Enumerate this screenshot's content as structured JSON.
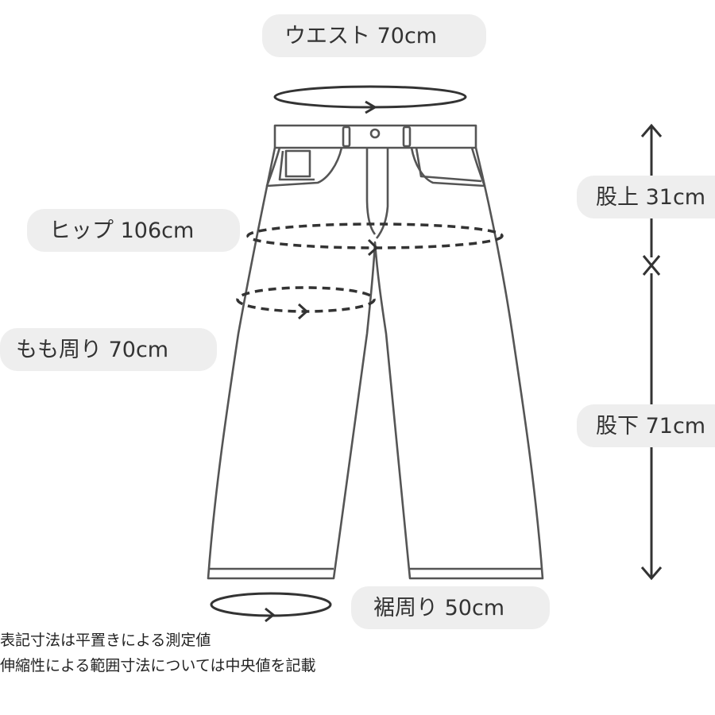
{
  "measurements": {
    "waist": "ウエスト 70cm",
    "hip": "ヒップ 106cm",
    "thigh": "もも周り 70cm",
    "rise": "股上 31cm",
    "inseam": "股下 71cm",
    "hem": "裾周り 50cm"
  },
  "notes": [
    "表記寸法は平置きによる測定値",
    "伸縮性による範囲寸法については中央値を記載"
  ],
  "colors": {
    "line": "#333333",
    "pants_outline": "#555555",
    "pill_background": "#eeeeee"
  }
}
